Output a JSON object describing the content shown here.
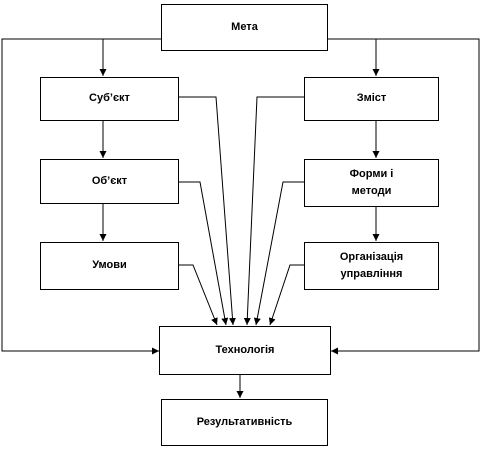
{
  "nodes": {
    "goal": "Мета",
    "subject": "Суб’єкт",
    "object": "Об’єкт",
    "conditions": "Умови",
    "content": "Зміст",
    "forms": "Форми і\nметоди",
    "management": "Організація\nуправління",
    "technology": "Технологія",
    "effectiveness": "Результативність"
  },
  "colors": {
    "line": "#000000",
    "box_border": "#000000",
    "background": "#ffffff"
  }
}
